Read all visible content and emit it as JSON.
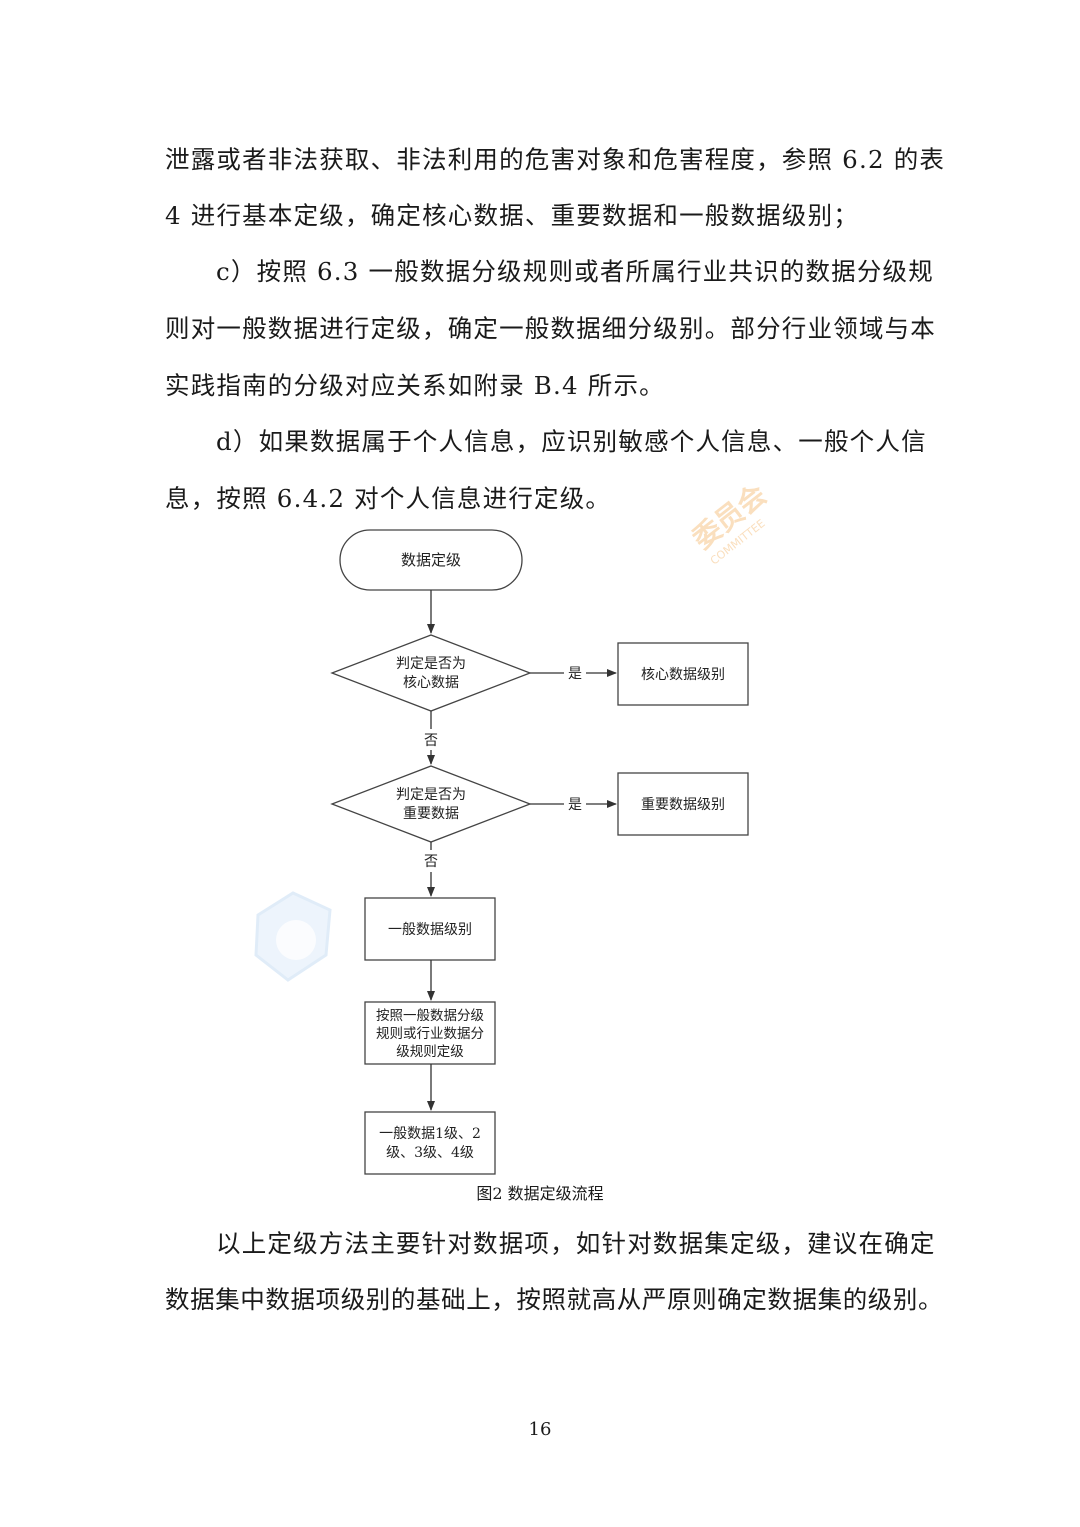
{
  "paragraphs": {
    "line1": "泄露或者非法获取、非法利用的危害对象和危害程度，参照 6.2 的表",
    "line2": "4 进行基本定级，确定核心数据、重要数据和一般数据级别；",
    "line3": "c）按照  6.3  一般数据分级规则或者所属行业共识的数据分级规",
    "line4": "则对一般数据进行定级，确定一般数据细分级别。部分行业领域与本",
    "line5": "实践指南的分级对应关系如附录 B.4 所示。",
    "line6": "d）如果数据属于个人信息，应识别敏感个人信息、一般个人信",
    "line7": "息，按照 6.4.2 对个人信息进行定级。",
    "line8": "以上定级方法主要针对数据项，如针对数据集定级，建议在确定",
    "line9": "数据集中数据项级别的基础上，按照就高从严原则确定数据集的级别。"
  },
  "flowchart": {
    "start": "数据定级",
    "decision1": [
      "判定是否为",
      "核心数据"
    ],
    "result1": "核心数据级别",
    "decision2": [
      "判定是否为",
      "重要数据"
    ],
    "result2": "重要数据级别",
    "general": "一般数据级别",
    "process": [
      "按照一般数据分级",
      "规则或行业数据分",
      "级规则定级"
    ],
    "final": [
      "一般数据1级、2",
      "级、3级、4级"
    ],
    "yes_label": "是",
    "no_label": "否"
  },
  "caption": "图2  数据定级流程",
  "page_number": "16",
  "watermark": {
    "text": "委员会",
    "subtext": "COMMITTEE"
  },
  "colors": {
    "text": "#1a1a1a",
    "watermark": "#f6c58a",
    "line": "#333333"
  }
}
